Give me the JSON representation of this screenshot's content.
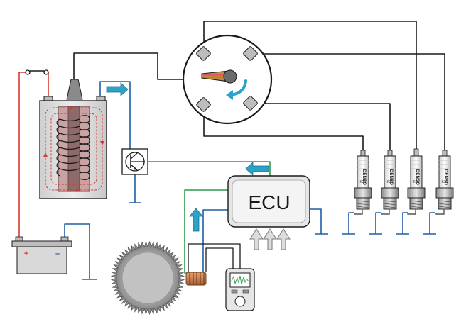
{
  "ecu": {
    "label": "ECU"
  },
  "spark_plugs": [
    {
      "brand": "DENSO",
      "code": "K20"
    },
    {
      "brand": "DENSO",
      "code": "K20"
    },
    {
      "brand": "DENSO",
      "code": "K20"
    },
    {
      "brand": "DENSO",
      "code": "K20"
    }
  ],
  "battery": {
    "positive_sign": "+",
    "negative_sign": "–"
  },
  "colors": {
    "hv_wire": "#1a1a1a",
    "battery_wire": "#d83a2e",
    "ground_wire": "#1f5fa6",
    "signal_wire": "#2e9a4c",
    "flow_arrow": "#2aa3c9",
    "coil_body": "#dcdcdc"
  },
  "icons": [
    "switch-icon",
    "ignition-coil-icon",
    "distributor-icon",
    "transistor-icon",
    "ecu-box",
    "spark-plug-icon",
    "battery-icon",
    "reluctor-wheel-icon",
    "pickup-coil-icon",
    "oscilloscope-icon",
    "flow-arrow-icon",
    "sensor-input-arrow-icon"
  ]
}
